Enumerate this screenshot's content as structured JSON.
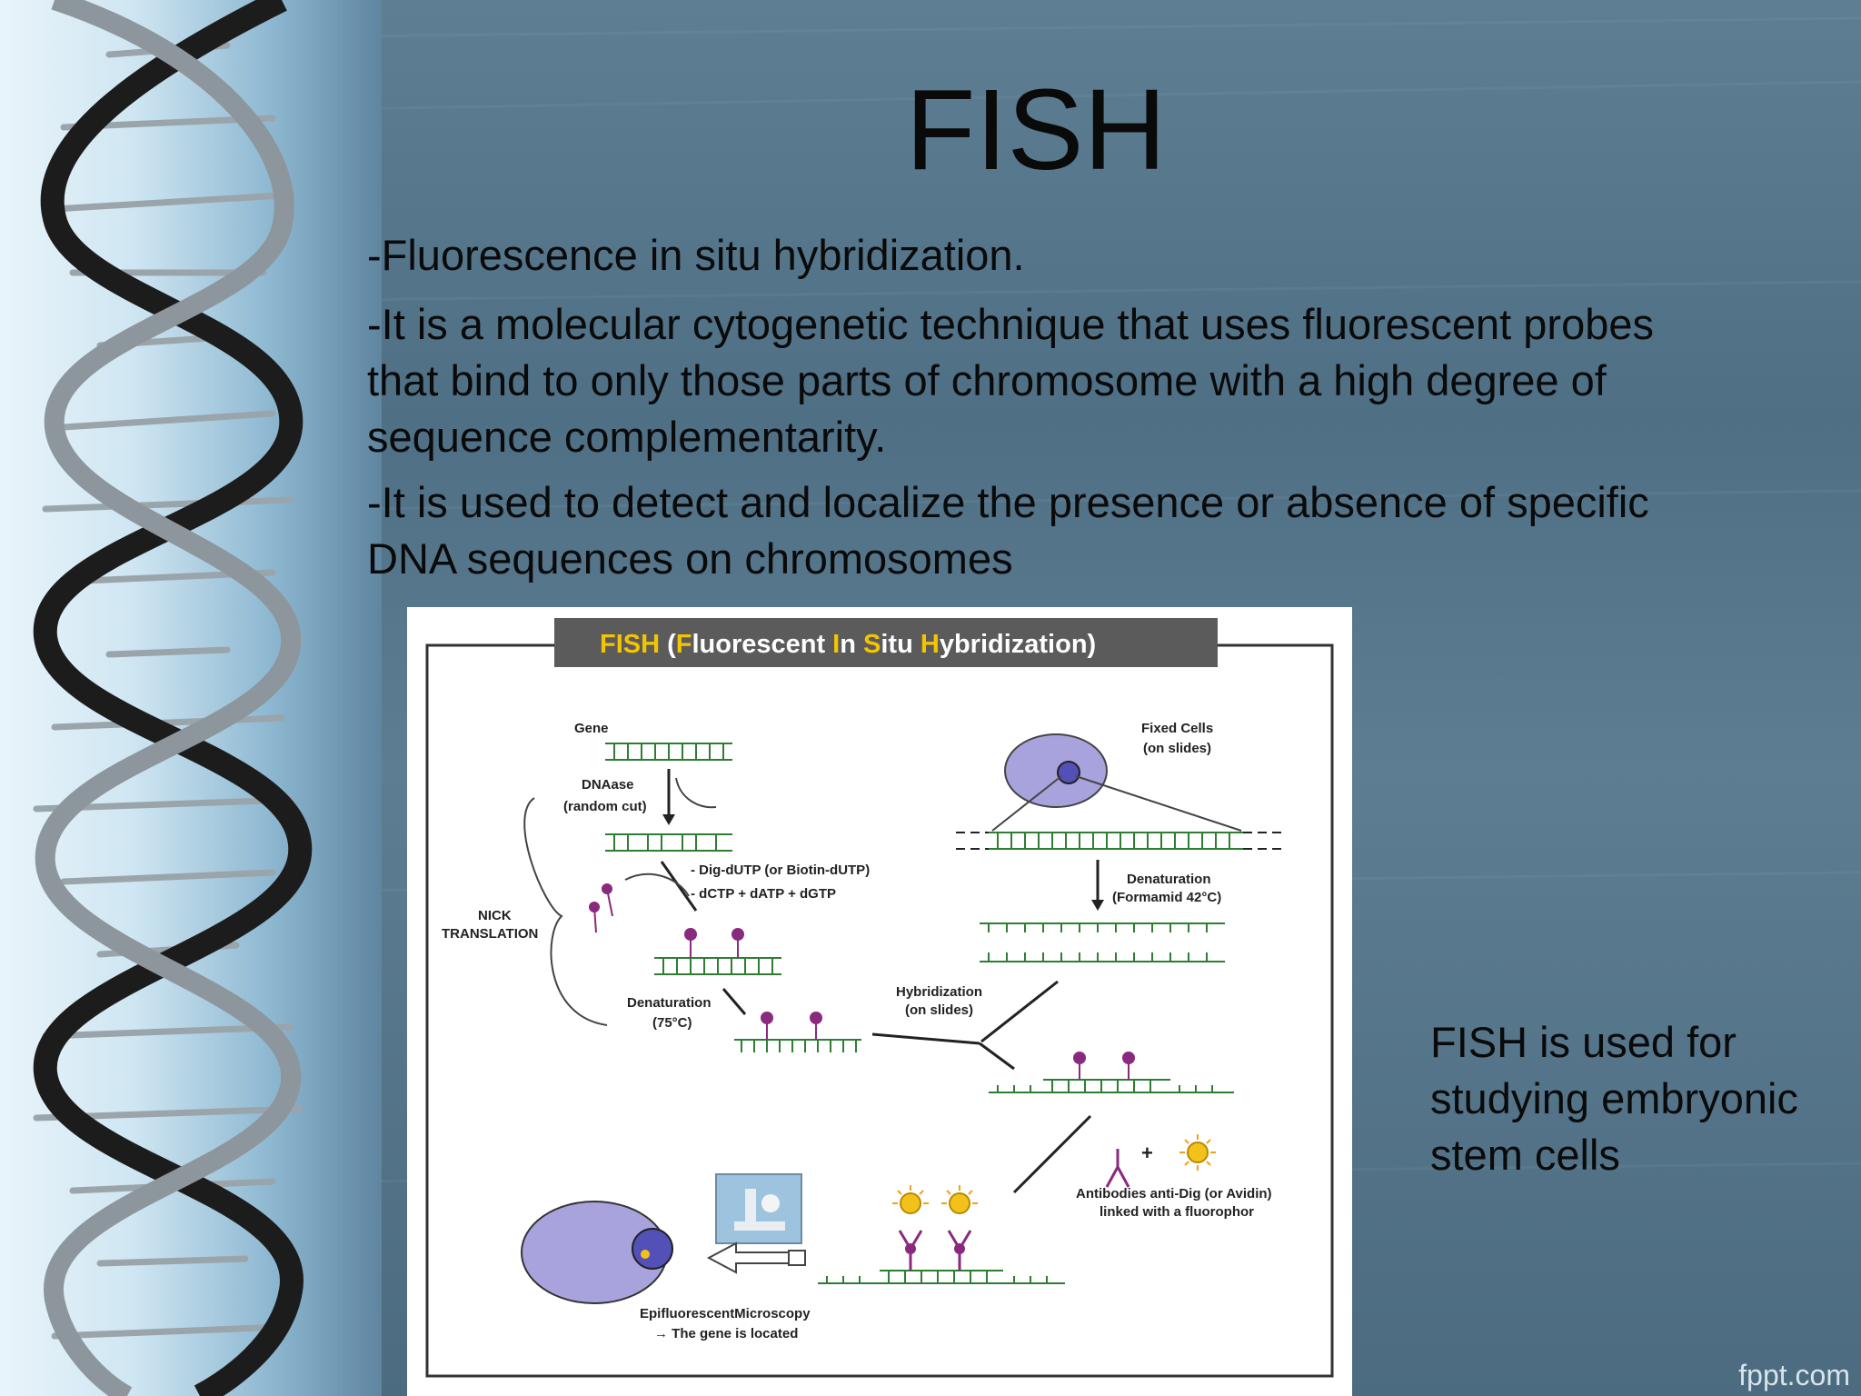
{
  "slide": {
    "title": "FISH",
    "bullets": [
      "-Fluorescence in situ hybridization.",
      "-It is a molecular cytogenetic technique that uses fluorescent probes that bind to only those parts of chromosome with a high degree  of sequence complementarity.",
      "-It is used to detect and localize the presence or absence of specific DNA  sequences on chromosomes"
    ],
    "side_note": "FISH is used for studying embryonic stem cells",
    "footer": "fppt.com"
  },
  "figure": {
    "header_fish": "FISH",
    "header_open": "(",
    "header_F": "F",
    "header_luorescent": "luorescent ",
    "header_I": "I",
    "header_n": "n ",
    "header_S": "S",
    "header_itu": "itu ",
    "header_H": "H",
    "header_ybridization": "ybridization)",
    "gene": "Gene",
    "dnaase": "DNAase",
    "random_cut": "(random cut)",
    "dig_dutp": "- Dig-dUTP (or Biotin-dUTP)",
    "dctp": "- dCTP + dATP + dGTP",
    "nick": "NICK",
    "translation": "TRANSLATION",
    "denaturation_left": "Denaturation",
    "temp_left": "(75°C)",
    "fixed_cells": "Fixed Cells",
    "on_slides": "(on slides)",
    "denaturation_right": "Denaturation",
    "formamid": "(Formamid 42°C)",
    "hybridization": "Hybridization",
    "hyb_on_slides": "(on slides)",
    "antibodies": "Antibodies anti-Dig (or Avidin)",
    "linked": "linked with a fluorophor",
    "plus": "+",
    "epi": "EpifluorescentMicroscopy",
    "located": "→ The gene is located",
    "colors": {
      "probe": "#8a2a7e",
      "dna": "#2e7d32",
      "cell": "#a9a3dd",
      "nucleus": "#5350b8",
      "fluor": "#f2c21b",
      "header_bg": "#5b5b5b",
      "header_accent": "#f5c400"
    }
  }
}
